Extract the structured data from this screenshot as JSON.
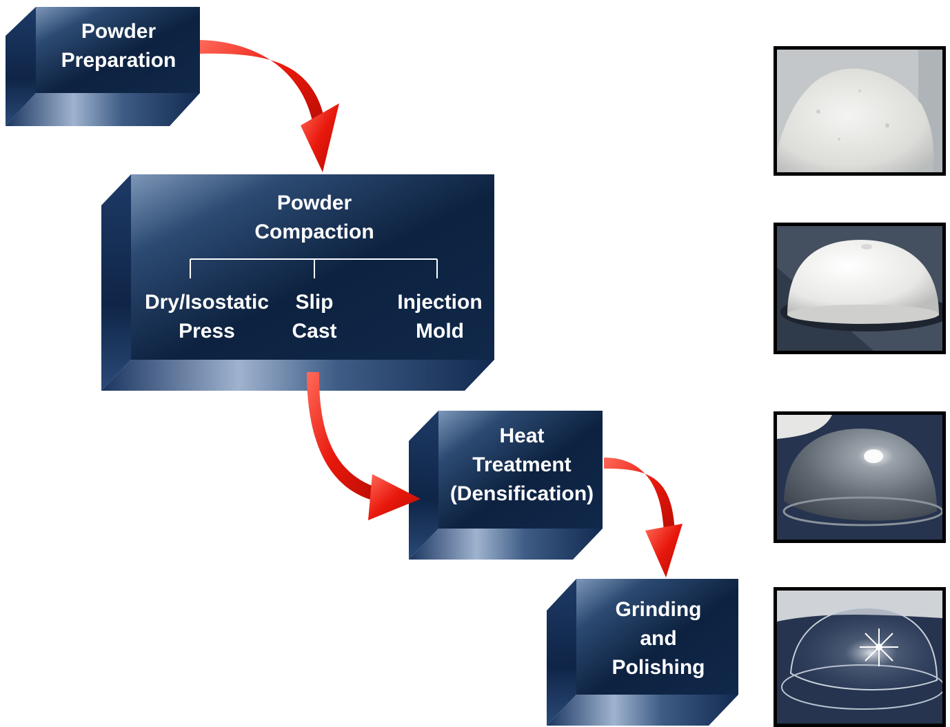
{
  "steps": [
    {
      "id": "powder-preparation",
      "lines": [
        "Powder",
        "Preparation"
      ]
    },
    {
      "id": "powder-compaction",
      "lines": [
        "Powder",
        "Compaction"
      ],
      "methods": [
        {
          "id": "dry-isostatic-press",
          "lines": [
            "Dry/Isostatic",
            "Press"
          ]
        },
        {
          "id": "slip-cast",
          "lines": [
            "Slip",
            "Cast"
          ]
        },
        {
          "id": "injection-mold",
          "lines": [
            "Injection",
            "Mold"
          ]
        }
      ]
    },
    {
      "id": "heat-treatment",
      "lines": [
        "Heat",
        "Treatment",
        "(Densification)"
      ]
    },
    {
      "id": "grinding-polishing",
      "lines": [
        "Grinding",
        "and",
        "Polishing"
      ]
    }
  ],
  "photos": [
    {
      "id": "powder-photo",
      "subject": "white powder pile"
    },
    {
      "id": "green-dome-photo",
      "subject": "white opaque dome"
    },
    {
      "id": "sintered-dome-photo",
      "subject": "translucent grey dome"
    },
    {
      "id": "polished-dome-photo",
      "subject": "transparent clear dome"
    }
  ],
  "colors": {
    "box_front_dark": "#0d2240",
    "box_front_light": "#6f8cb0",
    "box_side": "#16305a",
    "arrow": "#e8180c",
    "photo_border": "#000000"
  }
}
